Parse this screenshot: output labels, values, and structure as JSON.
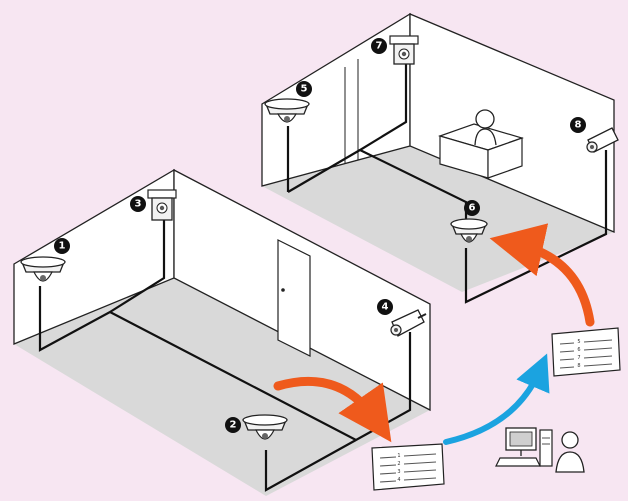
{
  "colors": {
    "background": "#f7e6f2",
    "floor": "#d9d9d9",
    "wall": "#ffffff",
    "outline": "#222222",
    "cable": "#111111",
    "camera_body": "#f2f2f2",
    "arrow_orange": "#ef5a1c",
    "arrow_blue": "#1ba3e0"
  },
  "cameras": [
    {
      "number": "1",
      "type": "ceiling-dome"
    },
    {
      "number": "2",
      "type": "ceiling-dome"
    },
    {
      "number": "3",
      "type": "wall-box"
    },
    {
      "number": "4",
      "type": "bullet"
    },
    {
      "number": "5",
      "type": "ceiling-dome"
    },
    {
      "number": "6",
      "type": "ceiling-dome"
    },
    {
      "number": "7",
      "type": "wall-box"
    },
    {
      "number": "8",
      "type": "bullet"
    }
  ],
  "documents": [
    {
      "name": "camera-list-1",
      "lines": [
        "1",
        "2",
        "3",
        "4"
      ]
    },
    {
      "name": "camera-list-2",
      "lines": [
        "5",
        "6",
        "7",
        "8"
      ]
    }
  ],
  "icons": [
    "dome-camera-icon",
    "box-camera-icon",
    "bullet-camera-icon",
    "document-icon",
    "computer-icon",
    "person-icon",
    "desk-icon",
    "door-icon"
  ]
}
